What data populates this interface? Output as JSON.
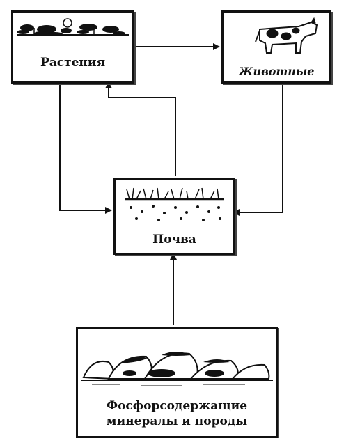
{
  "nodes": {
    "plants": {
      "label": "Растения"
    },
    "animals": {
      "label": "Животные"
    },
    "soil": {
      "label": "Почва"
    },
    "minerals": {
      "label_line1": "Фосфорсодержащие",
      "label_line2": "минералы и породы"
    }
  },
  "edges": [
    {
      "from": "plants",
      "to": "animals"
    },
    {
      "from": "plants",
      "to": "soil"
    },
    {
      "from": "animals",
      "to": "soil"
    },
    {
      "from": "soil",
      "to": "plants"
    },
    {
      "from": "minerals",
      "to": "soil"
    }
  ]
}
